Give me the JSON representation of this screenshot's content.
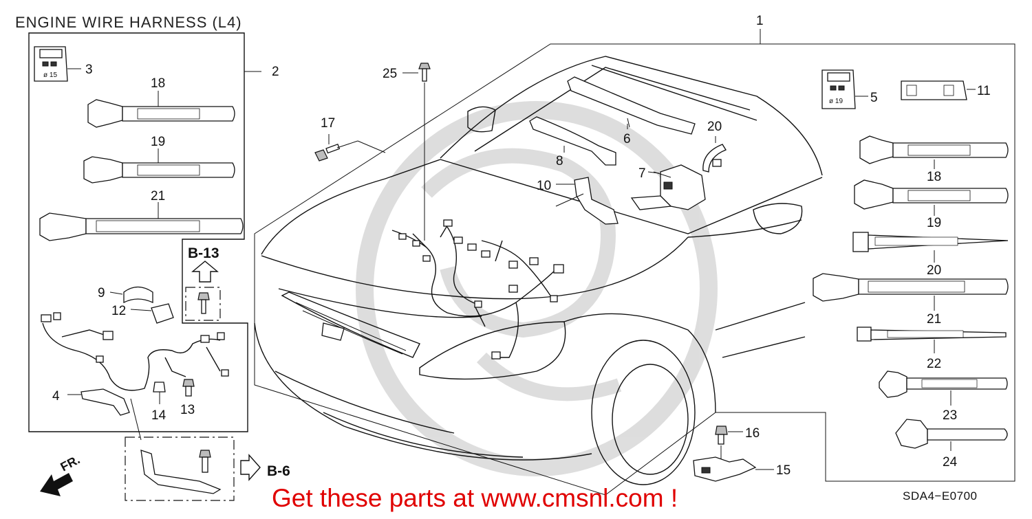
{
  "title": "ENGINE WIRE HARNESS (L4)",
  "footer_text": "Get these parts at www.cmsnl.com !",
  "diagram_code": "SDA4−E0700",
  "direction_label": "FR.",
  "section_refs": {
    "b13": "B-13",
    "b6": "B-6"
  },
  "callouts": {
    "c1": "1",
    "c2": "2",
    "c3": "3",
    "c4": "4",
    "c5": "5",
    "c6": "6",
    "c7": "7",
    "c8": "8",
    "c9": "9",
    "c10": "10",
    "c11": "11",
    "c12": "12",
    "c13": "13",
    "c14": "14",
    "c15": "15",
    "c16": "16",
    "c17": "17",
    "c18L": "18",
    "c19L": "19",
    "c21L": "21",
    "c18R": "18",
    "c19R": "19",
    "c20R": "20",
    "c21R": "21",
    "c22": "22",
    "c23": "23",
    "c24": "24",
    "c25": "25",
    "c20top": "20"
  },
  "part_markings": {
    "grommet_left": "ø 15",
    "grommet_right": "ø 19"
  },
  "colors": {
    "line": "#111111",
    "footer": "#e00000",
    "watermark": "#d9d9d9"
  }
}
